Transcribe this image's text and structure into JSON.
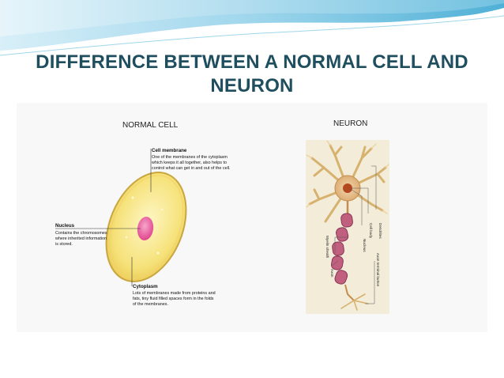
{
  "slide": {
    "title_line1": "DIFFERENCE BETWEEN A NORMAL CELL AND",
    "title_line2": "NEURON"
  },
  "normal_cell": {
    "heading": "NORMAL CELL",
    "membrane": {
      "label": "Cell membrane",
      "desc": [
        "One of the membranes of the cytoplasm",
        "which keeps it all together, also helps to",
        "control what can get in and out of the cell."
      ]
    },
    "nucleus": {
      "label": "Nucleus",
      "desc": [
        "Contains the chromosomes",
        "where inherited information",
        "is stored."
      ]
    },
    "cytoplasm": {
      "label": "Cytoplasm",
      "desc": [
        "Lots of membranes made from proteins and",
        "fats, tiny fluid filled spaces form in the folds",
        "of the membranes."
      ]
    }
  },
  "neuron": {
    "heading": "NEURON",
    "labels": {
      "dendrites": "Dendrites",
      "cell_body": "Cell body",
      "nucleus": "Nucleus",
      "myelin_sheath": "Myelin sheath",
      "axon": "Axon",
      "axon_terminal": "Axon terminal button"
    }
  },
  "colors": {
    "title": "#1f4e5f",
    "banner_light": "#bfe3f2",
    "banner_dark": "#5ab7d8",
    "cell_fill": "#f6e27a",
    "cell_membrane": "#c9a640",
    "nucleus": "#e8559b",
    "myelin": "#c0607e",
    "neuron_bg": "#f3ecd9"
  }
}
